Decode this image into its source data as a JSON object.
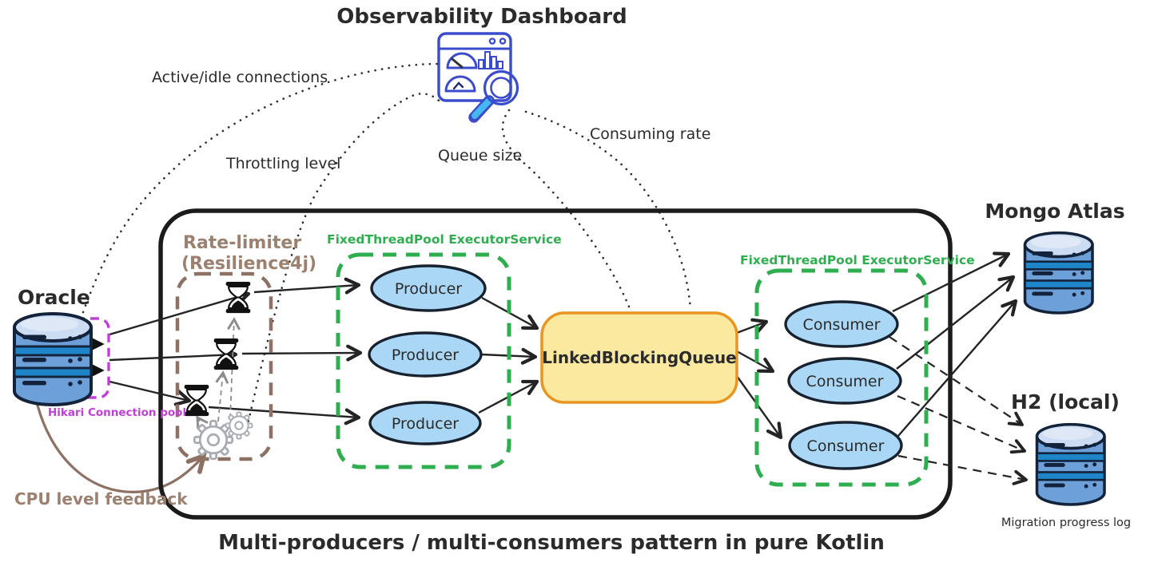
{
  "title": "Observability Dashboard",
  "caption": "Multi-producers / multi-consumers pattern in pure Kotlin",
  "metrics": {
    "active_idle": "Active/idle connections",
    "throttling": "Throttling level",
    "queue_size": "Queue size",
    "consuming_rate": "Consuming rate"
  },
  "feedback": {
    "cpu": "CPU level feedback"
  },
  "datastores": {
    "oracle": "Oracle",
    "mongo": "Mongo Atlas",
    "h2": "H2 (local)",
    "h2_caption": "Migration progress log"
  },
  "pools": {
    "hikari": "Hikari Connection pool",
    "rate_limiter_1": "Rate-limiter",
    "rate_limiter_2": "(Resilience4j)",
    "producer_pool": "FixedThreadPool ExecutorService",
    "consumer_pool": "FixedThreadPool ExecutorService"
  },
  "queue": {
    "label": "LinkedBlockingQueue"
  },
  "producers": [
    "Producer",
    "Producer",
    "Producer"
  ],
  "consumers": [
    "Consumer",
    "Consumer",
    "Consumer"
  ],
  "icons": {
    "dashboard": "dashboard-icon",
    "magnifier": "magnifier-icon",
    "gauge": "gauge-icon",
    "bar_chart": "bar-chart-icon",
    "database": "database-icon",
    "hourglass": "hourglass-icon",
    "gear": "gear-icon"
  },
  "colors": {
    "ink": "#2b2b2b",
    "outline": "#1b1b1b",
    "green": "#2fae50",
    "brown_line": "#8d7163",
    "brown_text": "#9c8171",
    "magenta": "#c13ed8",
    "node_fill": "#a9d7f5",
    "node_stroke": "#17222e",
    "queue_fill": "#fbe9a0",
    "queue_stroke": "#ec9420",
    "db_top": "#ccdcf3",
    "db_body": "#6d9fd8",
    "db_band": "#1e86c8",
    "db_ink": "#13233b",
    "icon_blue": "#3a4ccc",
    "icon_pink": "#f7b3c2",
    "icon_cyan": "#43b8f1",
    "icon_yellow": "#f3d264",
    "gray": "#8d8d8d",
    "gear": "#a9adb3"
  }
}
